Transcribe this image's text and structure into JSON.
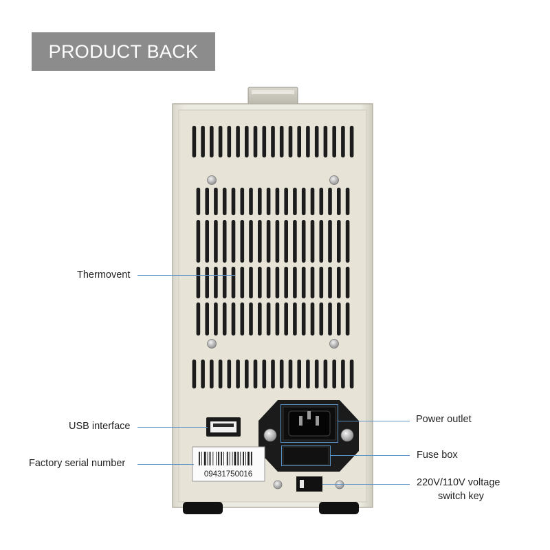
{
  "banner": {
    "title": "PRODUCT BACK"
  },
  "device": {
    "serial_label": "09431750016",
    "colors": {
      "body": "#ebe9df",
      "panel": "#e6e3d6",
      "vent": "#1c1c1c",
      "callout_line": "#5b93c9"
    }
  },
  "callouts": {
    "thermovent": "Thermovent",
    "usb_interface": "USB interface",
    "factory_serial": "Factory serial number",
    "power_outlet": "Power outlet",
    "fuse_box": "Fuse box",
    "voltage_switch_line1": "220V/110V voltage",
    "voltage_switch_line2": "switch key"
  }
}
